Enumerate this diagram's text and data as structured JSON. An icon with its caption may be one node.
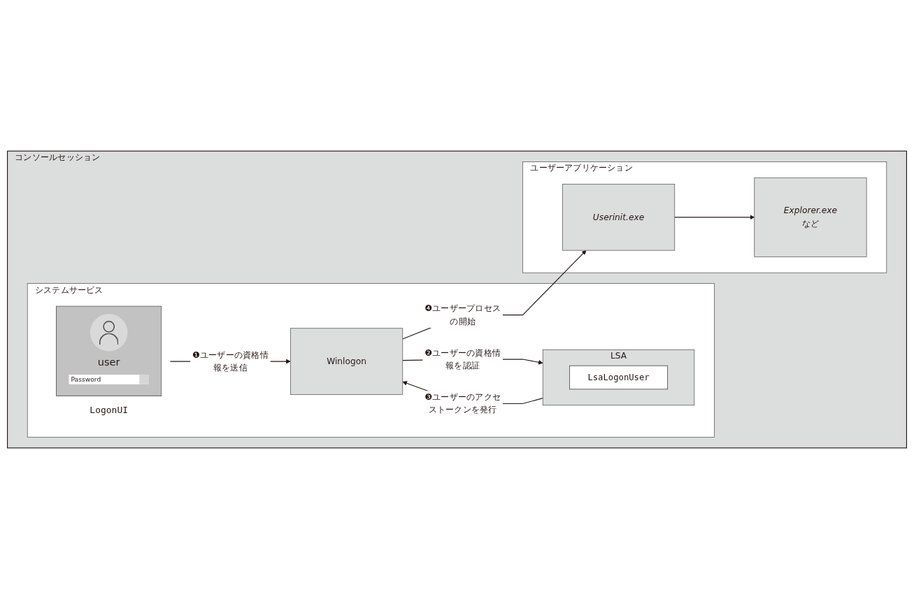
{
  "diagram": {
    "nodes": [
      {
        "text": [
          "コンソールセッション"
        ]
      },
      {
        "text": [
          "システムサービス"
        ],
        "in": 0
      },
      {
        "text": [
          "LSA"
        ],
        "in": 1
      },
      {
        "text": [
          "LsaLogonUser"
        ],
        "in": 2
      },
      {
        "text": [
          "user",
          "Password"
        ],
        "beside": [
          "LogonUI"
        ],
        "in": 1
      },
      {
        "text": [
          "Winlogon"
        ],
        "in": 1
      },
      {
        "text": [
          "ユーザーアプリケーション"
        ],
        "in": 0
      },
      {
        "text": [
          "Userinit.exe"
        ],
        "in": 6
      },
      {
        "text": [
          "Explorer.exe",
          "など"
        ],
        "in": 6
      }
    ],
    "edges": [
      {
        "from": 4,
        "to": 5,
        "arrow": "to",
        "label": "❶ユーザーの資格情報を送信"
      },
      {
        "from": 5,
        "to": 2,
        "arrow": "to",
        "label": "❷ユーザーの資格情報を認証"
      },
      {
        "from": 2,
        "to": 5,
        "arrow": "to",
        "label": "❸ユーザーのアクセストークンを発行"
      },
      {
        "from": 5,
        "to": 7,
        "arrow": "to",
        "label": "❹ユーザープロセスの開始"
      },
      {
        "from": 7,
        "to": 8,
        "arrow": "to"
      }
    ]
  }
}
